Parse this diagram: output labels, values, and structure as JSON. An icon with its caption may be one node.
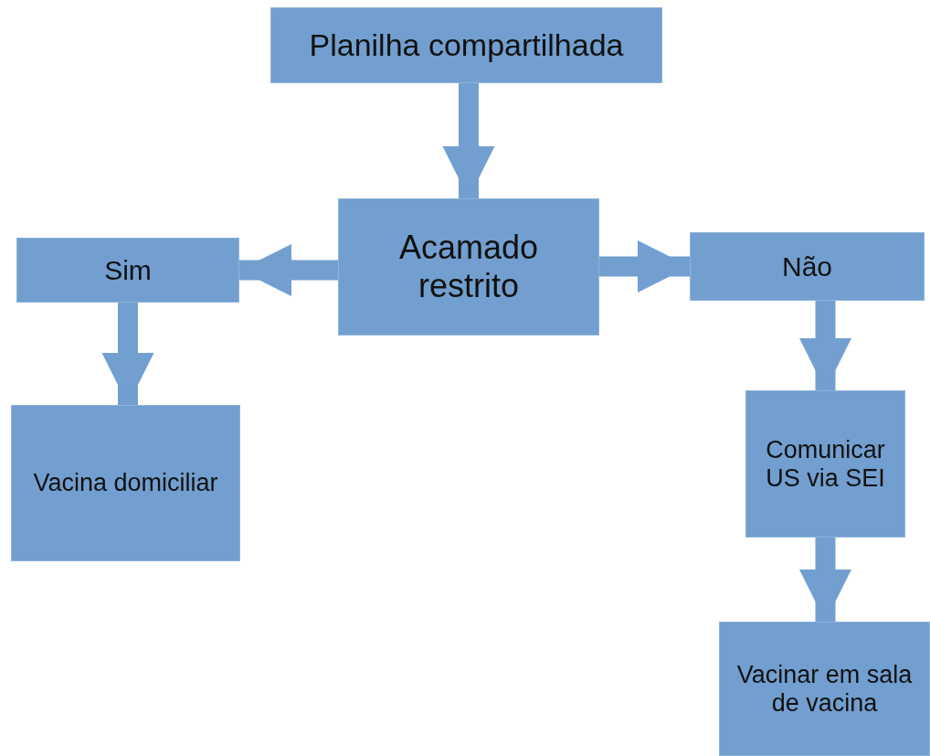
{
  "diagram": {
    "nodes": [
      {
        "text": [
          "Planilha compartilhada"
        ]
      },
      {
        "text": [
          "Acamado restrito"
        ]
      },
      {
        "text": [
          "Sim"
        ]
      },
      {
        "text": [
          "Não"
        ]
      },
      {
        "text": [
          "Vacina domiciliar"
        ]
      },
      {
        "text": [
          "Comunicar US via SEI"
        ]
      },
      {
        "text": [
          "Vacinar em sala de vacina"
        ]
      }
    ],
    "edges": [
      {
        "from": 0,
        "to": 1,
        "arrow": "to"
      },
      {
        "from": 1,
        "to": 2,
        "arrow": "to"
      },
      {
        "from": 1,
        "to": 3,
        "arrow": "to"
      },
      {
        "from": 2,
        "to": 4,
        "arrow": "to"
      },
      {
        "from": 3,
        "to": 5,
        "arrow": "to"
      },
      {
        "from": 5,
        "to": 6,
        "arrow": "to"
      }
    ]
  }
}
